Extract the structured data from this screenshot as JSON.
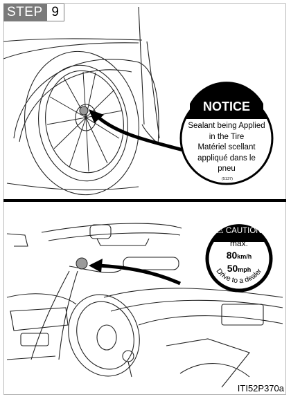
{
  "step": {
    "label": "STEP",
    "number": "9"
  },
  "notice_sticker": {
    "title": "NOTICE",
    "lines": [
      "Sealant being Applied",
      "in the Tire",
      "Matériel scellant",
      "appliqué dans le",
      "pneu"
    ],
    "code": "(5137)"
  },
  "caution_sticker": {
    "title": "⚠ CAUTION",
    "max_label": "max.",
    "speed_kmh": "80",
    "unit_kmh": "km/h",
    "speed_mph": "50",
    "unit_mph": "mph",
    "arc_text": "Drive to a dealer"
  },
  "image_code": "ITI52P370a"
}
